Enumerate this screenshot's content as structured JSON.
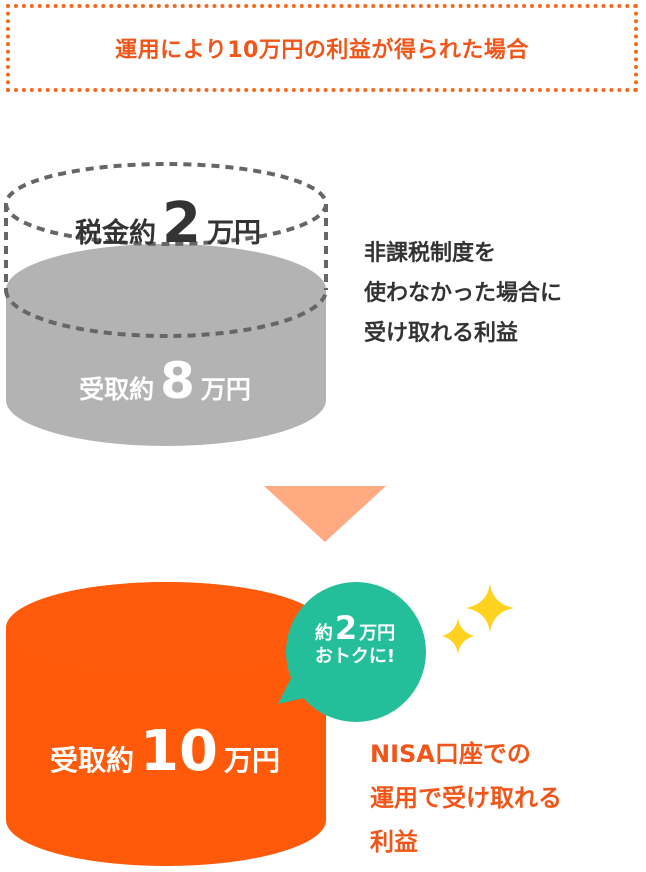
{
  "header": {
    "title": "運用により10万円の利益が得られた場合"
  },
  "tax_cylinder": {
    "prefix": "税金約",
    "amount": "2",
    "unit": "万円"
  },
  "taxable_cylinder": {
    "prefix": "受取約",
    "amount": "8",
    "unit": "万円"
  },
  "taxable_description": [
    "非課税制度を",
    "使わなかった場合に",
    "受け取れる利益"
  ],
  "nisa_cylinder": {
    "prefix": "受取約",
    "amount": "10",
    "unit": "万円"
  },
  "benefit_badge": {
    "prefix": "約",
    "amount": "2",
    "unit": "万円",
    "suffix": "おトクに!"
  },
  "nisa_description": [
    "NISA口座での",
    "運用で受け取れる",
    "利益"
  ],
  "colors": {
    "accent_orange": "#f0561a",
    "cylinder_orange": "#ff5a0a",
    "gray_cylinder": "#b3b3b3",
    "dashed_outline": "#666666",
    "arrow": "#ffaa80",
    "badge_teal": "#24bf9a",
    "sparkle_yellow": "#ffd21f"
  }
}
